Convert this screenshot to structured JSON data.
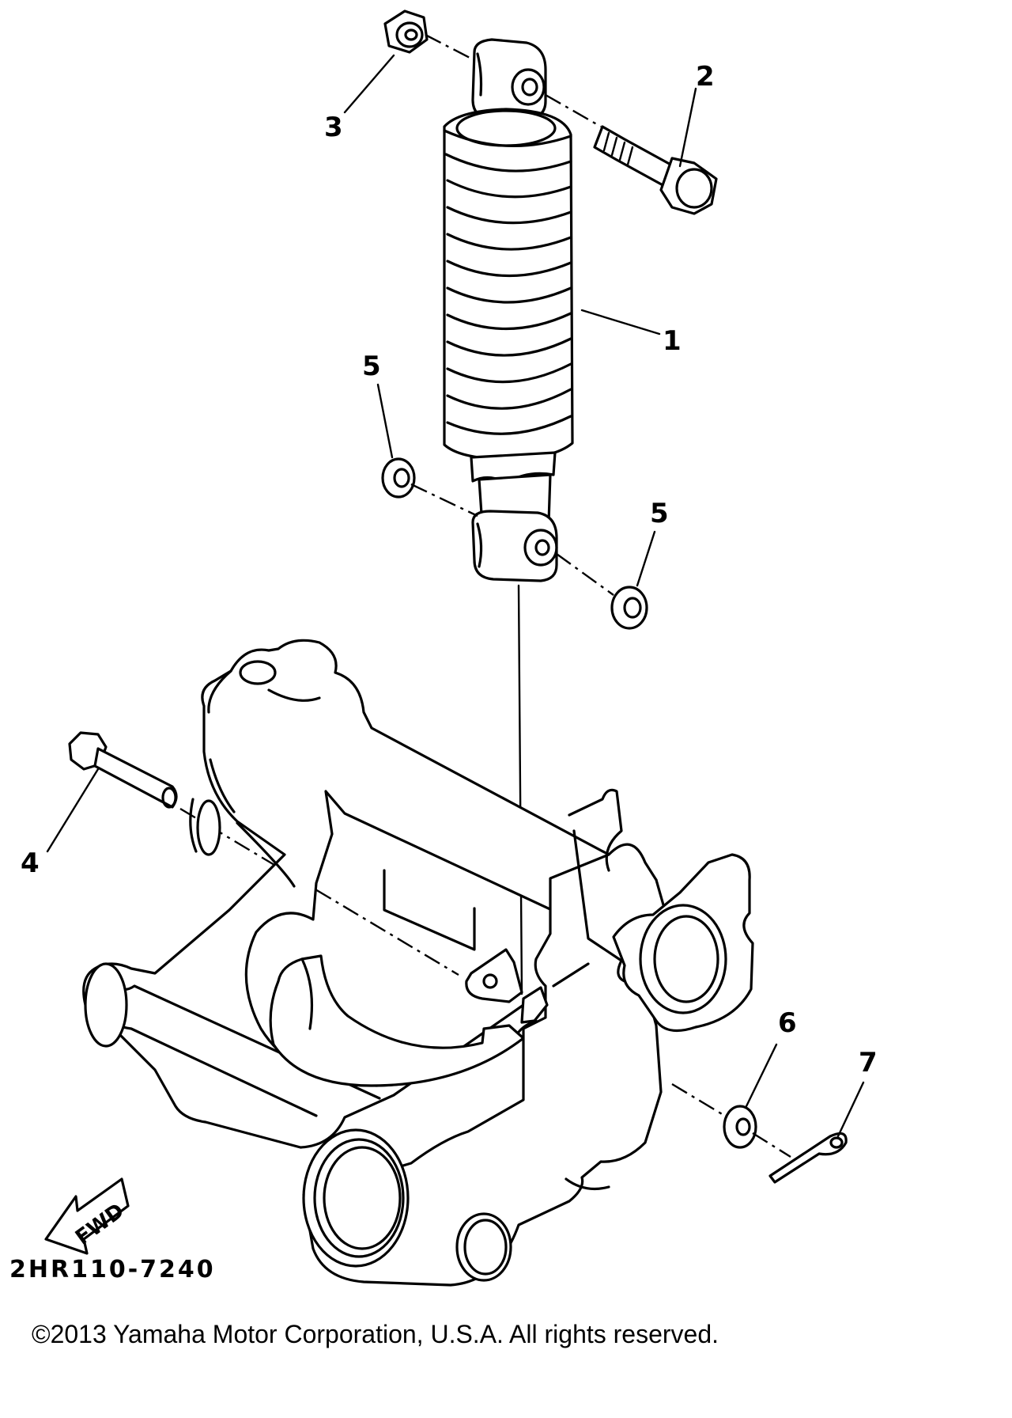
{
  "diagram": {
    "callouts": [
      "1",
      "2",
      "3",
      "4",
      "5",
      "5",
      "6",
      "7"
    ],
    "direction_marker": "FWD",
    "drawing_code": "2HR110-7240"
  },
  "footer": {
    "copyright": "©2013 Yamaha Motor Corporation, U.S.A. All rights reserved."
  }
}
